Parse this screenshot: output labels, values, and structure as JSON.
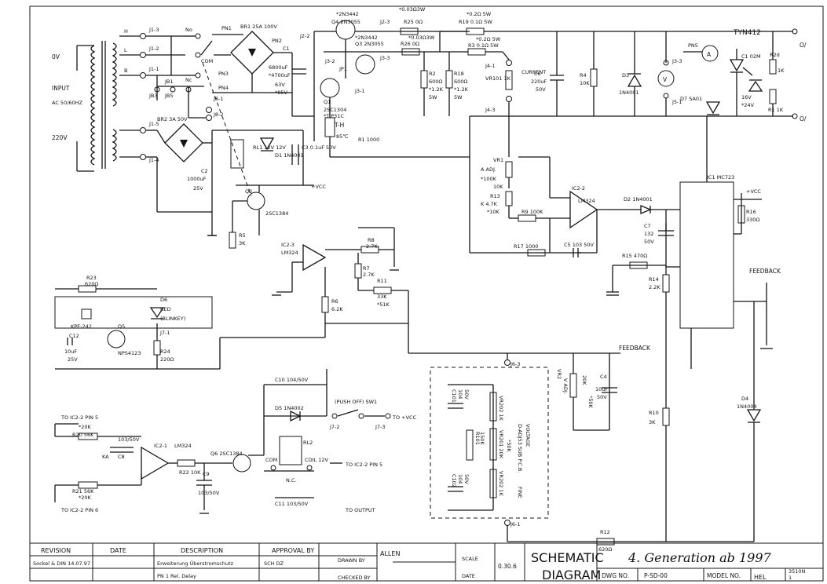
{
  "input": {
    "label": "INPUT",
    "spec": "AC 50/60HZ",
    "v0": "0V",
    "v220": "220V"
  },
  "jacks": [
    "J1-3",
    "J1-2",
    "J1-1",
    "J1-5",
    "J1-4",
    "J8-1",
    "J8-2",
    "J2-2",
    "J2-3",
    "J3-2",
    "J3-3",
    "J3-1",
    "J4-1",
    "J4-3",
    "J3-3",
    "J5-1",
    "J7-1",
    "J7-2",
    "J7-3",
    "J6-3",
    "J6-1"
  ],
  "switch": {
    "no": "No",
    "com": "COM",
    "nc": "Nc"
  },
  "pins": {
    "h": "H",
    "l": "L",
    "b": "B"
  },
  "bridges": {
    "br1": "BR1 25A 100V",
    "br2": "BR2 3A 50V"
  },
  "wire_labels": [
    "PN1",
    "PN2",
    "PN3",
    "PN4",
    "PN5"
  ],
  "jumpers": [
    "JB3",
    "JB5",
    "JB1",
    "JP1"
  ],
  "parts": {
    "c1": "C1",
    "c1_val1": "6800uF",
    "c1_val2": "*4700uF",
    "c1_val3": "63V",
    "c1_val4": "*85V",
    "q1": "Q1",
    "q1_part": "2SC1304",
    "q1_part2": "*TIP31C",
    "q4": "Q4 2N3055",
    "q4_top": "*2N3442",
    "q4_top2": "*2N3442",
    "q3": "Q3 2N3055",
    "r25": "R25 0Ω",
    "r25_alt": "*0.03Ω3W",
    "r26": "R26 0Ω",
    "r26_alt": "*0.03Ω3W",
    "r19": "R19 0.1Ω 5W",
    "r19_alt": "*0.2Ω 5W",
    "r3": "R3 0.1Ω 5W",
    "r3_alt": "*0.2Ω 5W",
    "r2": "R2",
    "r2_v1": "600Ω",
    "r2_v2": "*1.2K",
    "r2_v3": "5W",
    "r18": "R18",
    "r18_v1": "600Ω",
    "r18_v2": "*1.2K",
    "r18_v3": "5W",
    "vr101": "VR101 1K",
    "current": "CURRENT",
    "c6": "C6",
    "c6_v1": "220uF",
    "c6_v2": "50V",
    "r4": "R4",
    "r4_v": "10K",
    "d3": "D3",
    "d3_v": "1N4001",
    "d7": "D7 SA01",
    "ampere": "A",
    "volt": "V",
    "tyn": "TYN412",
    "c1_02m": "C1 02M",
    "r20_right": "R2d",
    "r1k": "1K",
    "v16": "16V",
    "v24": "*24V",
    "r1_1k": "R1 1K",
    "th": "T-H",
    "th_v": "85℃",
    "r1": "R1 1000",
    "rl1": "RL1 12V 12V",
    "d1": "D1 1N4001",
    "c3": "C3 0.1uF 50V",
    "c2": "C2",
    "c2_v1": "1000uF",
    "c2_v2": "25V",
    "vcc": "+VCC",
    "q2": "Q2",
    "q2_part": "2SC1384",
    "r5": "R5",
    "r5_v": "3K",
    "ic23": "IC2-3",
    "ic23_p": "LM324",
    "r8": "R8",
    "r8_v": "2.7K",
    "r7": "R7",
    "r7_v": "2.7K",
    "r6": "R6",
    "r6_v": "6.2K",
    "r11": "R11",
    "r11_v": "33K",
    "r11_alt": "*51K",
    "vr1": "VR1",
    "vr1_a": "A ADJ.",
    "vr1_v": "*100K",
    "vr1_v2": "10K",
    "r13": "R13",
    "r13_v": "K 4.7K",
    "r13_v2": "*10K",
    "r9": "R9 100K",
    "ic22": "IC2-2",
    "ic22_p": "LM324",
    "d2": "D2 1N4001",
    "r17": "R17 1000",
    "c5": "C5 103 50V",
    "ic1": "IC1 MC723",
    "vcc2": "+VCC",
    "r16": "R16",
    "r16_v": "330Ω",
    "c7": "C7",
    "c7_v1": "132",
    "c7_v2": "50V",
    "r15": "R15 470Ω",
    "r14": "R14",
    "r14_v": "2.2K",
    "feedback": "FEEDBACK",
    "feedback2": "FEEDBACK",
    "r23": "R23",
    "r23_v": "620Ω",
    "d6": "D6",
    "d6_v": "RED",
    "d6_v2": "(BLINKEY)",
    "kpe": "KPE-242",
    "q5": "Q5",
    "q5_p": "NPS4123",
    "c12": "C12",
    "c12_v1": "10uF",
    "c12_v2": "25V",
    "r24": "R24",
    "r24_v": "220Ω",
    "c10": "C10 104/50V",
    "d5": "D5 1N4002",
    "push": "(PUSH OFF) SW1",
    "to_vcc": "TO +VCC",
    "vr2": "VR2",
    "vr2_v": "V ADJ.",
    "vr2_v2": "20K",
    "vr2_v3": "*50K",
    "c4": "C4",
    "c4_v1": "10uF",
    "c4_v2": "50V",
    "d4": "D4",
    "d4_v": "1N4004",
    "r10": "R10",
    "r10_v": "3K",
    "r12": "R12",
    "r12_v": "620Ω",
    "sub_pcb": "D-ADJ53 SUB P.C.B.",
    "sub_pcb2": "VOLTAGE",
    "fine": "FINE",
    "vr202": "VR202 1K",
    "vr201": "VR201 20K",
    "vr201_alt": "*50K",
    "vr203": "VR202 1K",
    "r101": "R101",
    "r101_v": "150K",
    "c101": "C101",
    "c101_v": "104",
    "c101_v2": "50V",
    "c102": "C102",
    "c102_v": "104",
    "c102_v2": "50V",
    "to_ic22_5": "TO IC2-2 PIN 5",
    "to_ic22_6": "TO IC2-2 PIN 6",
    "r20": "R20 56K",
    "r20_alt": "*20K",
    "r21": "R21 56K",
    "r21_alt": "*20K",
    "c8": "C8",
    "c8_alt": "103/50V",
    "ka": "KA",
    "ic21": "IC2-1",
    "ic21_p": "LM324",
    "r22": "R22 10K",
    "c9": "C9",
    "c9_v": "103/50V",
    "q6": "Q6 2SC1384",
    "rl2": "RL2",
    "com": "COM",
    "coil": "COIL 12V",
    "nc": "N.C.",
    "c11": "C11 103/50V",
    "to_ic22_5b": "TO IC2-2 PIN 5",
    "to_output": "TO OUTPUT",
    "o_plus": "O/",
    "o_minus": "O/"
  },
  "title_block": {
    "revision": "REVISION",
    "date_h": "DATE",
    "description": "DESCRIPTION",
    "approval": "APPROVAL BY",
    "drawn_by": "DRAWN BY",
    "checked_by": "CHECKED BY",
    "allen": "ALLEN",
    "scale": "SCALE",
    "date": "DATE",
    "schematic": "SCHEMATIC",
    "diagram": "DIAGRAM",
    "dwg_no": "DWG NO.",
    "dwg_val": "P-SD-00",
    "model_no": "MODEL NO.",
    "model_val": "HEL",
    "model_small": "3510N",
    "model_small2": "1",
    "rev_entry": "Sockel & DIN 14.07.97",
    "desc_entry": "Erweiterung Überstromschutz",
    "desc_entry2": "PN 1   Rel. Delay",
    "approve_entry": "SCH   DZ",
    "scale_val": "0.30.6",
    "handwritten": "4. Generation ab 1997"
  }
}
